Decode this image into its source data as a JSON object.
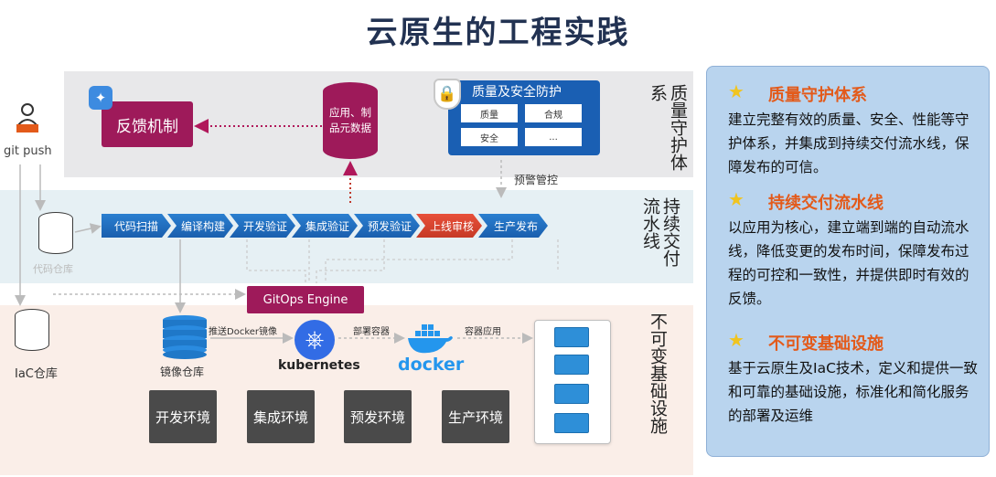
{
  "title": "云原生的工程实践",
  "bands": {
    "quality": "质量守护体系",
    "pipeline": "持续交付流水线",
    "infra": "不可变基础设施"
  },
  "left": {
    "git_push": "git push",
    "repo_label": "代码仓库",
    "iac_label": "IaC仓库"
  },
  "quality": {
    "feedback": "反馈机制",
    "metadata": "应用、制品元数据",
    "panel_title": "质量及安全防护",
    "cells": [
      "质量",
      "合规",
      "安全",
      "..."
    ],
    "alert": "预警管控"
  },
  "pipeline": {
    "stages": [
      {
        "label": "代码扫描",
        "color": "blue"
      },
      {
        "label": "编译构建",
        "color": "blue"
      },
      {
        "label": "开发验证",
        "color": "blue"
      },
      {
        "label": "集成验证",
        "color": "blue"
      },
      {
        "label": "预发验证",
        "color": "blue"
      },
      {
        "label": "上线审核",
        "color": "red"
      },
      {
        "label": "生产发布",
        "color": "blue"
      }
    ]
  },
  "infra": {
    "gitops": "GitOps Engine",
    "registry": "镜像仓库",
    "push_docker": "推送Docker镜像",
    "kubernetes": "kubernetes",
    "deploy_container": "部署容器",
    "docker": "docker",
    "container_app": "容器应用",
    "envs": [
      "开发环境",
      "集成环境",
      "预发环境",
      "生产环境"
    ]
  },
  "right_panel": {
    "sections": [
      {
        "heading": "质量守护体系",
        "body": "建立完整有效的质量、安全、性能等守护体系，并集成到持续交付流水线，保障发布的可信。"
      },
      {
        "heading": "持续交付流水线",
        "body": "以应用为核心，建立端到端的自动流水线，降低变更的发布时间，保障发布过程的可控和一致性，并提供即时有效的反馈。"
      },
      {
        "heading": "不可变基础设施",
        "body": "基于云原生及IaC技术，定义和提供一致和可靠的基础设施，标准化和简化服务的部署及运维"
      }
    ]
  },
  "colors": {
    "magenta": "#9e1a5a",
    "blue": "#1a5fb3",
    "red": "#d8442e",
    "orange": "#e35a1a"
  },
  "icons": {
    "user": "user-laptop-icon",
    "lock": "lock-shield-icon",
    "star": "star-icon",
    "k8s": "kubernetes-helm-icon",
    "docker": "docker-whale-icon"
  }
}
